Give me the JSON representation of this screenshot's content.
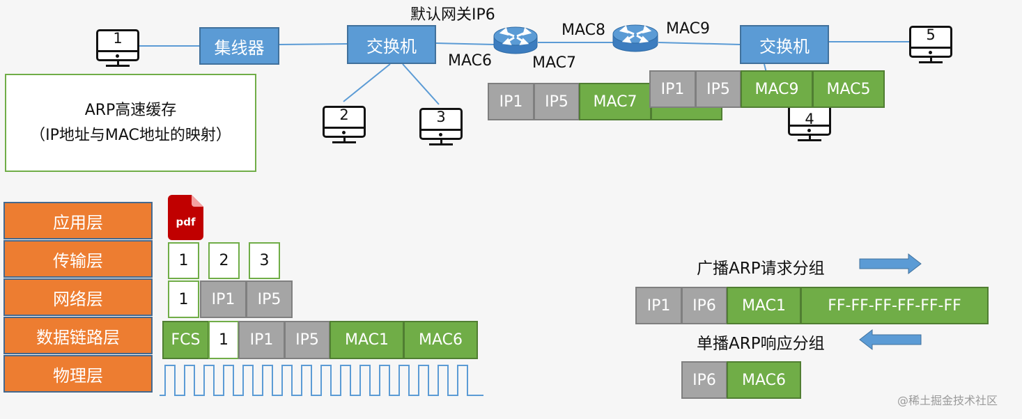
{
  "network": {
    "hosts": [
      {
        "id": "1",
        "label": "1"
      },
      {
        "id": "2",
        "label": "2"
      },
      {
        "id": "3",
        "label": "3"
      },
      {
        "id": "4",
        "label": "4"
      },
      {
        "id": "5",
        "label": "5"
      }
    ],
    "hub_label": "集线器",
    "switch_left_label": "交换机",
    "switch_right_label": "交换机",
    "gateway_label": "默认网关IP6",
    "router_labels": {
      "mac6": "MAC6",
      "mac7": "MAC7",
      "mac8": "MAC8",
      "mac9": "MAC9"
    }
  },
  "arp_cache": {
    "title": "ARP高速缓存",
    "subtitle": "（IP地址与MAC地址的映射）"
  },
  "frames_top": {
    "frame_a": [
      "IP1",
      "IP5",
      "MAC7"
    ],
    "frame_b": [
      "IP1",
      "IP5",
      "MAC9",
      "MAC5"
    ]
  },
  "layers": [
    "应用层",
    "传输层",
    "网络层",
    "数据链路层",
    "物理层"
  ],
  "encapsulation": {
    "application": "pdf",
    "transport_segments": [
      "1",
      "2",
      "3"
    ],
    "network_packet": [
      "1",
      "IP1",
      "IP5"
    ],
    "datalink_frame": [
      "FCS",
      "1",
      "IP1",
      "IP5",
      "MAC1",
      "MAC6"
    ]
  },
  "arp": {
    "request_label": "广播ARP请求分组",
    "request_packet": [
      "IP1",
      "IP6",
      "MAC1",
      "FF-FF-FF-FF-FF-FF"
    ],
    "reply_label": "单播ARP响应分组",
    "reply_packet": [
      "IP6",
      "MAC6"
    ]
  },
  "colors": {
    "ip_gray": "#a5a5a5",
    "mac_green": "#70ad47",
    "layer_orange": "#ed7d31",
    "device_blue": "#5b9bd5",
    "pdf_red": "#c00000"
  },
  "watermark": "@稀土掘金技术社区"
}
